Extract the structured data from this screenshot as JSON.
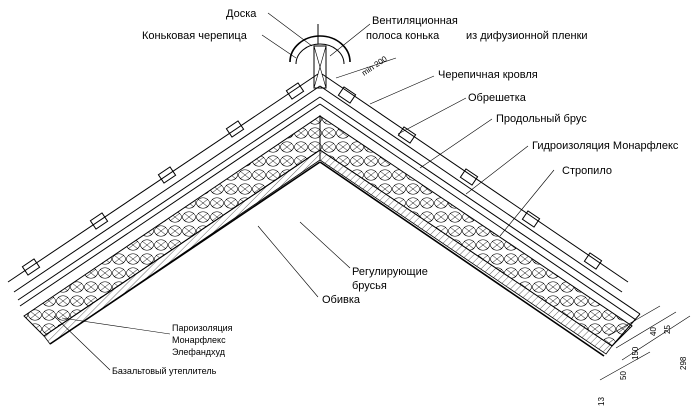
{
  "labels": {
    "board": "Доска",
    "ridge_tile": "Коньковая черепица",
    "ventilation_strip_1": "Вентиляционная",
    "ventilation_strip_2": "полоса конька",
    "diffusion_film": "из дифузионной пленки",
    "tile_roof": "Черепичная кровля",
    "batten": "Обрешетка",
    "longitudinal_beam": "Продольный брус",
    "waterproofing": "Гидроизоляция Монарфлекс",
    "rafter": "Стропило",
    "adjusting_bars_1": "Регулирующие",
    "adjusting_bars_2": "брусья",
    "lining": "Обивка",
    "vapor_barrier_1": "Пароизоляция",
    "vapor_barrier_2": "Монарфлекс",
    "vapor_barrier_3": "Элефандхуд",
    "basalt_insulation": "Базальтовый утеплитель"
  },
  "dimensions": {
    "min": "min 200",
    "d1": "40",
    "d2": "25",
    "d3": "150",
    "d4": "298",
    "d5": "50",
    "d6": "13"
  }
}
